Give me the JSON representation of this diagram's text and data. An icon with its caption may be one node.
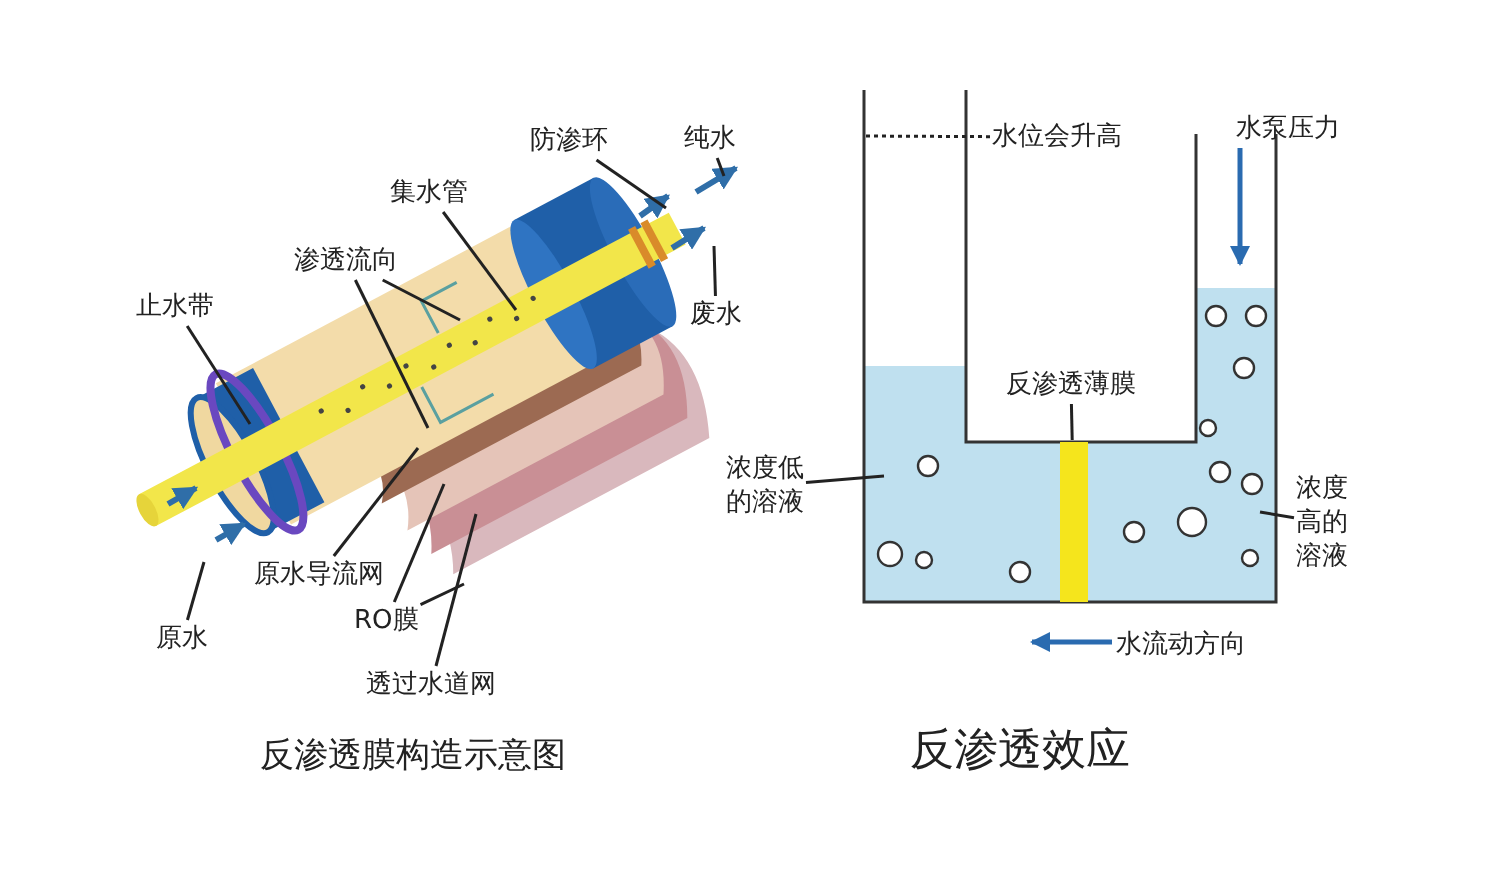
{
  "diagram": {
    "nodes": [
      {
        "text": [
          "纯水"
        ]
      },
      {
        "text": [
          "防渗环"
        ]
      },
      {
        "text": [
          "集水管"
        ]
      },
      {
        "text": [
          "渗透流向"
        ]
      },
      {
        "text": [
          "止水带"
        ]
      },
      {
        "text": [
          "废水"
        ]
      },
      {
        "text": [
          "原水导流网"
        ]
      },
      {
        "text": [
          "RO膜"
        ]
      },
      {
        "text": [
          "原水"
        ]
      },
      {
        "text": [
          "透过水道网"
        ]
      },
      {
        "text": [
          "水位会升高"
        ]
      },
      {
        "text": [
          "反渗透薄膜"
        ]
      },
      {
        "text": [],
        "shape": "bar"
      },
      {
        "text": [
          "浓度低的溶液"
        ]
      },
      {
        "text": [
          "浓度高的溶液"
        ]
      }
    ],
    "edges": [
      {
        "from": 0,
        "to": null,
        "arrow": "none"
      },
      {
        "from": 1,
        "to": null,
        "arrow": "none"
      },
      {
        "from": 2,
        "to": null,
        "arrow": "none"
      },
      {
        "from": 3,
        "to": null,
        "arrow": "none"
      },
      {
        "from": 3,
        "to": null,
        "arrow": "none"
      },
      {
        "from": 4,
        "to": null,
        "arrow": "none"
      },
      {
        "from": 5,
        "to": null,
        "arrow": "none"
      },
      {
        "from": 6,
        "to": null,
        "arrow": "none"
      },
      {
        "from": 7,
        "to": null,
        "arrow": "none"
      },
      {
        "from": 7,
        "to": null,
        "arrow": "none"
      },
      {
        "from": 8,
        "to": null,
        "arrow": "none"
      },
      {
        "from": 9,
        "to": null,
        "arrow": "none"
      },
      {
        "from": 10,
        "to": null,
        "arrow": "none",
        "style": "dashed"
      },
      {
        "from": 11,
        "to": 12,
        "arrow": "none"
      },
      {
        "from": 13,
        "to": null,
        "arrow": "none"
      },
      {
        "from": 14,
        "to": null,
        "arrow": "none"
      }
    ],
    "labels": [
      "反渗透膜构造示意图",
      "水泵压力",
      "水流动方向",
      "反渗透效应"
    ]
  }
}
